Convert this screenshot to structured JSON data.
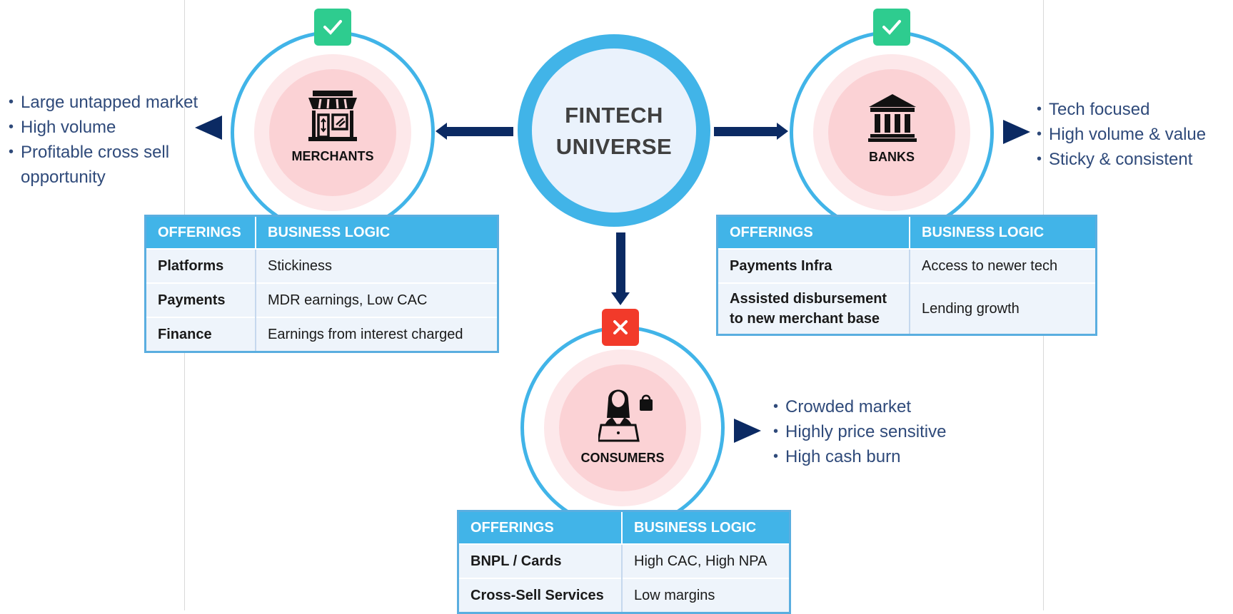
{
  "hub": {
    "line1": "FINTECH",
    "line2": "UNIVERSE"
  },
  "merchants": {
    "label": "MERCHANTS",
    "status": "check",
    "bullets": [
      "Large untapped market",
      "High volume",
      "Profitable cross sell",
      "opportunity"
    ],
    "table": {
      "headers": [
        "OFFERINGS",
        "BUSINESS LOGIC"
      ],
      "rows": [
        [
          "Platforms",
          "Stickiness"
        ],
        [
          "Payments",
          "MDR earnings, Low CAC"
        ],
        [
          "Finance",
          "Earnings from interest charged"
        ]
      ]
    }
  },
  "banks": {
    "label": "BANKS",
    "status": "check",
    "bullets": [
      "Tech focused",
      "High volume & value",
      "Sticky & consistent"
    ],
    "table": {
      "headers": [
        "OFFERINGS",
        "BUSINESS LOGIC"
      ],
      "rows": [
        [
          "Payments Infra",
          "Access to newer tech"
        ],
        [
          "Assisted disbursement",
          "to new merchant base",
          "Lending growth"
        ]
      ]
    }
  },
  "consumers": {
    "label": "CONSUMERS",
    "status": "cross",
    "bullets": [
      "Crowded market",
      "Highly price sensitive",
      "High cash burn"
    ],
    "table": {
      "headers": [
        "OFFERINGS",
        "BUSINESS LOGIC"
      ],
      "rows": [
        [
          "BNPL / Cards",
          "High CAC, High NPA"
        ],
        [
          "Cross-Sell Services",
          "Low margins"
        ]
      ]
    }
  },
  "icons": {
    "merchants": "storefront-icon",
    "banks": "bank-building-icon",
    "consumers": "shopper-laptop-icon",
    "approved": "check-icon",
    "rejected": "cross-icon"
  },
  "colors": {
    "ring": "#41b4e8",
    "table_header": "#41b4e8",
    "arrow": "#0b2a63",
    "bullet_text": "#2f4a7a",
    "check_badge": "#2ecc8f",
    "cross_badge": "#f23a2a",
    "circle_fill": "#fbd2d5"
  }
}
